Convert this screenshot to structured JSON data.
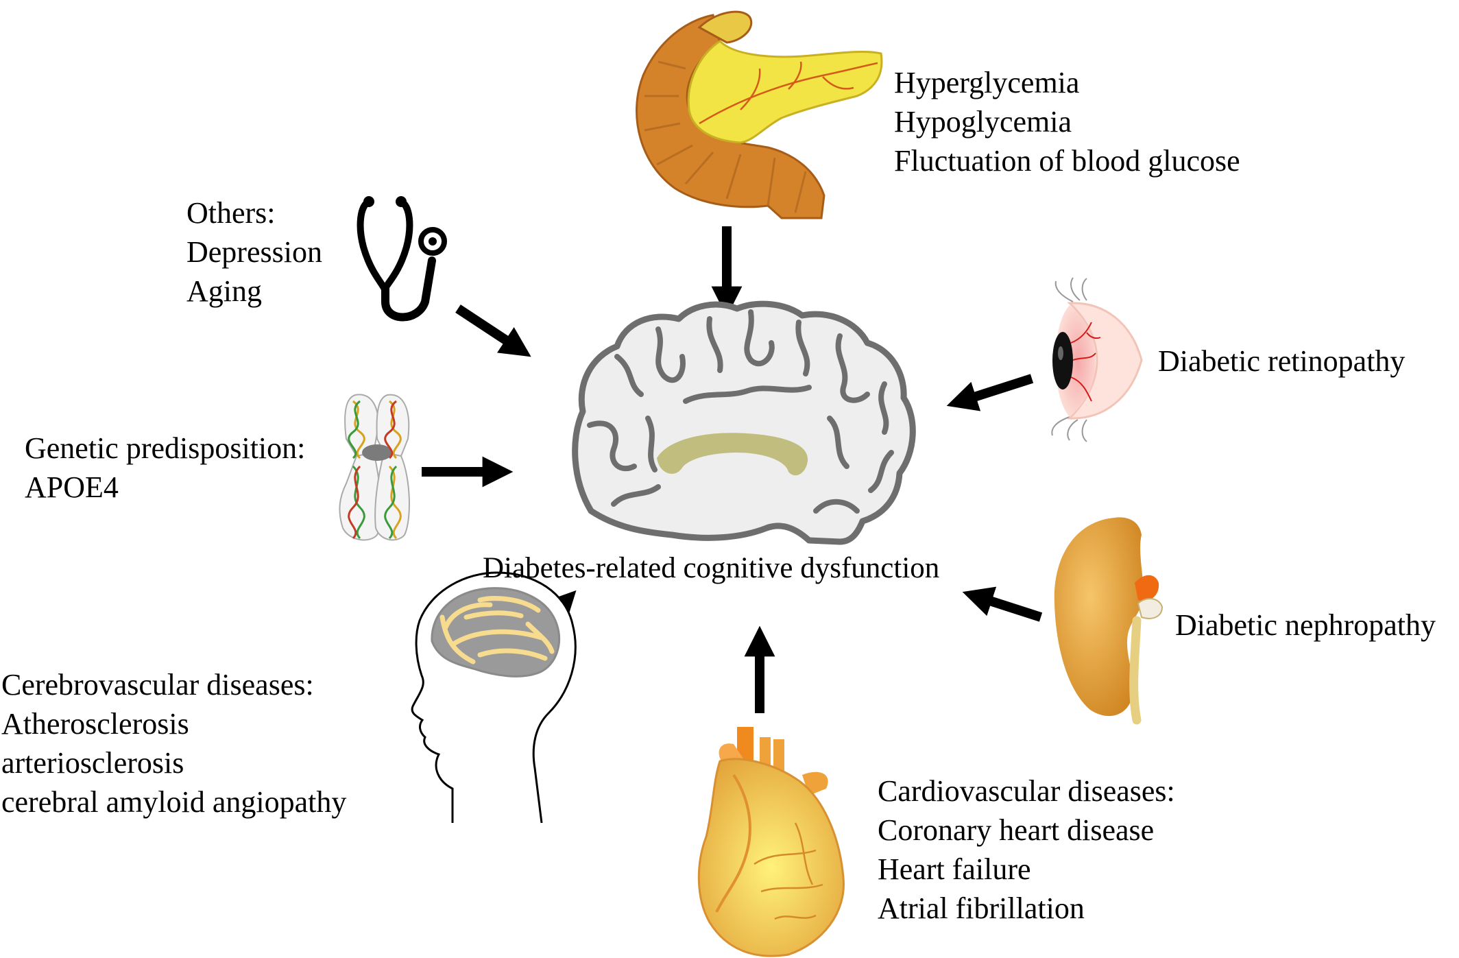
{
  "center": {
    "label": "Diabetes-related cognitive dysfunction"
  },
  "factors": {
    "glucose": {
      "lines": [
        "Hyperglycemia",
        "Hypoglycemia",
        "Fluctuation of blood glucose"
      ],
      "icon": "pancreas-icon"
    },
    "others": {
      "lines": [
        "Others:",
        "Depression",
        "Aging"
      ],
      "icon": "stethoscope-icon"
    },
    "genetic": {
      "lines": [
        "Genetic predisposition:",
        "APOE4"
      ],
      "icon": "chromosome-icon"
    },
    "cerebrovascular": {
      "lines": [
        "Cerebrovascular diseases:",
        "Atherosclerosis",
        "arteriosclerosis",
        "cerebral amyloid angiopathy"
      ],
      "icon": "head-brain-icon"
    },
    "cardiovascular": {
      "lines": [
        "Cardiovascular diseases:",
        "Coronary heart disease",
        "Heart failure",
        "Atrial fibrillation"
      ],
      "icon": "heart-icon"
    },
    "nephropathy": {
      "lines": [
        "Diabetic nephropathy"
      ],
      "icon": "kidney-icon"
    },
    "retinopathy": {
      "lines": [
        "Diabetic retinopathy"
      ],
      "icon": "eye-icon"
    }
  },
  "colors": {
    "brain_outline": "#6e6e6e",
    "brain_fill": "#eeeeee",
    "hippocampus": "#b9b46a",
    "pancreas_orange": "#d4832a",
    "pancreas_yellow": "#f2e445",
    "kidney": "#e09a2c",
    "heart": "#f0b84a",
    "arrow": "#000000"
  }
}
